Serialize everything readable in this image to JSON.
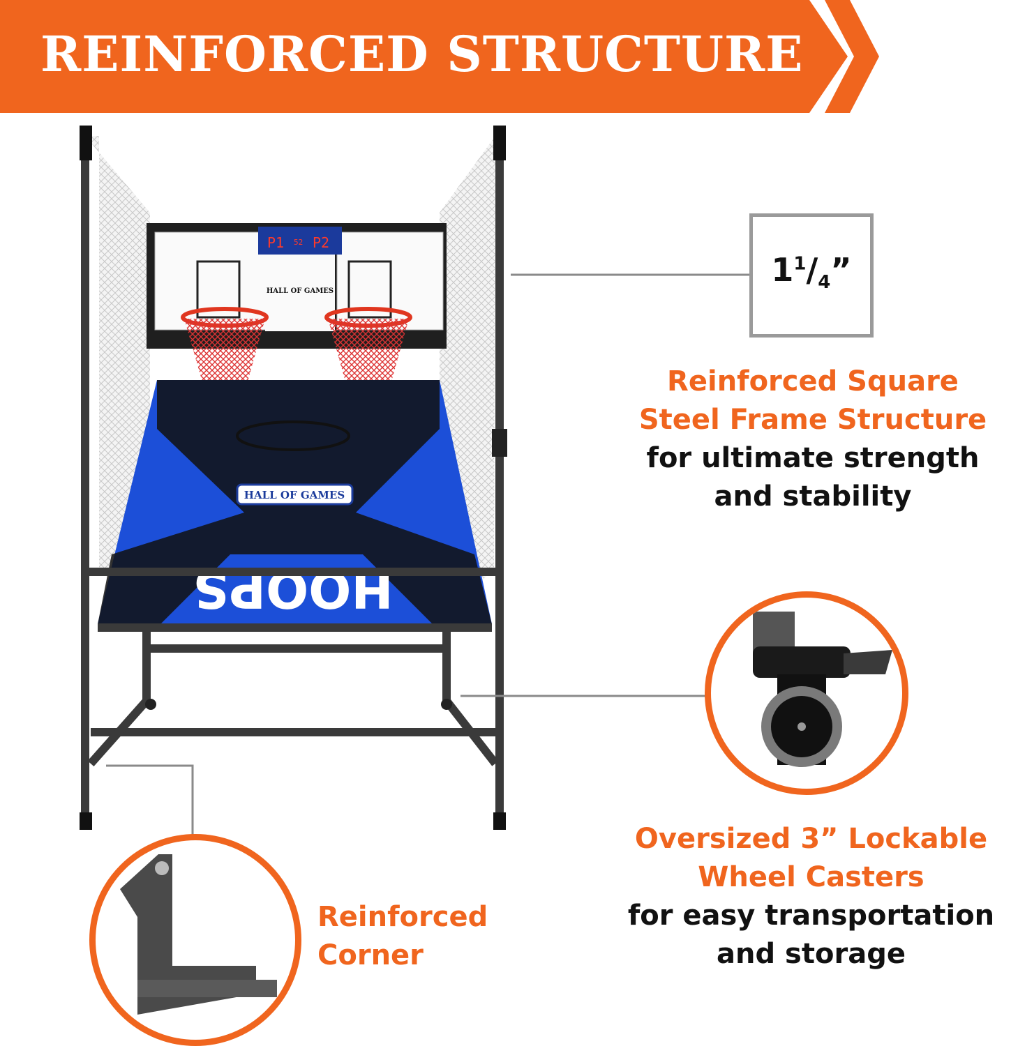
{
  "banner": {
    "title": "REINFORCED STRUCTURE",
    "color": "#f0651e"
  },
  "product": {
    "backboard_brand": "HALL OF GAMES",
    "scoreboard_left": "P1",
    "scoreboard_center": "52",
    "scoreboard_right": "P2",
    "court_brand": "HALL OF GAMES",
    "court_word": "HOOPS"
  },
  "frame_callout": {
    "size_whole": "1",
    "size_num": "1",
    "size_den": "4",
    "size_unit": "”",
    "heading_line1": "Reinforced Square",
    "heading_line2": "Steel Frame Structure",
    "body_line1": "for ultimate strength",
    "body_line2": "and stability"
  },
  "caster_callout": {
    "heading_line1": "Oversized 3” Lockable",
    "heading_line2": "Wheel Casters",
    "body_line1": "for easy transportation",
    "body_line2": "and storage"
  },
  "corner_callout": {
    "heading_line1": "Reinforced",
    "heading_line2": "Corner"
  }
}
